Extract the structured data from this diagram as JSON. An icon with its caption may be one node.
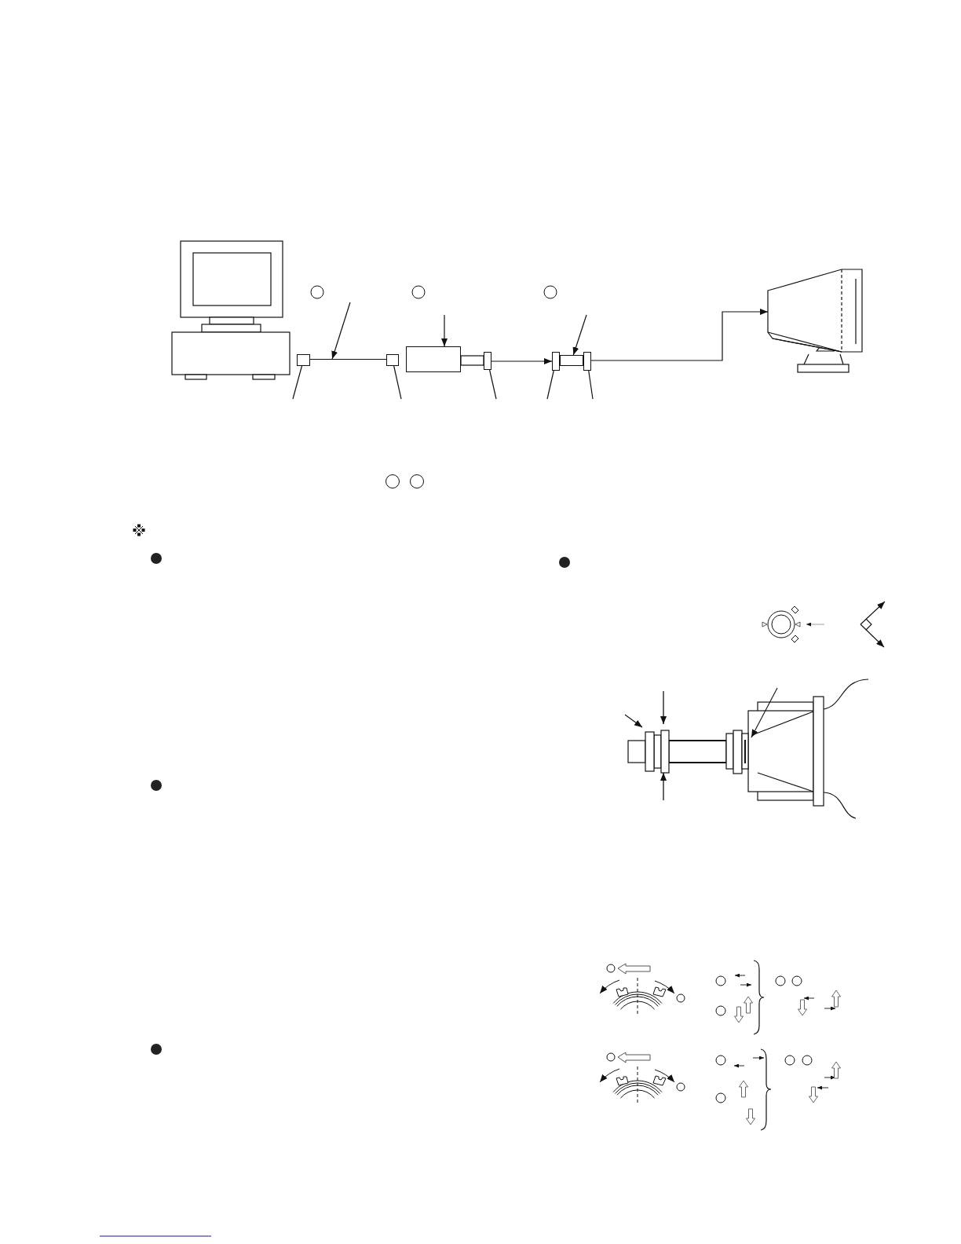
{
  "diagram": {
    "nodes": [
      {
        "text": [],
        "shape": "computer"
      },
      {
        "text": [],
        "shape": "connector"
      },
      {
        "text": [],
        "shape": "connector"
      },
      {
        "text": [],
        "shape": "box"
      },
      {
        "text": [],
        "shape": "bar"
      },
      {
        "text": [],
        "shape": "bar"
      },
      {
        "text": [],
        "shape": "bar"
      },
      {
        "text": [],
        "shape": "monitor"
      },
      {
        "text": [],
        "shape": "tube"
      },
      {
        "text": [],
        "shape": "cable"
      }
    ],
    "edges": [
      {
        "from": 4,
        "to": 5,
        "arrow": "to"
      },
      {
        "from": 6,
        "to": 7,
        "arrow": "to"
      },
      {
        "from": null,
        "to": 3,
        "arrow": "to"
      },
      {
        "from": null,
        "to": 1,
        "arrow": "none"
      },
      {
        "from": null,
        "to": 2,
        "arrow": "none"
      },
      {
        "from": null,
        "to": 4,
        "arrow": "none"
      },
      {
        "from": null,
        "to": 5,
        "arrow": "none"
      },
      {
        "from": null,
        "to": 6,
        "arrow": "none"
      },
      {
        "from": null,
        "to": 9,
        "arrow": "to"
      },
      {
        "from": null,
        "to": 8,
        "arrow": "to"
      }
    ]
  }
}
